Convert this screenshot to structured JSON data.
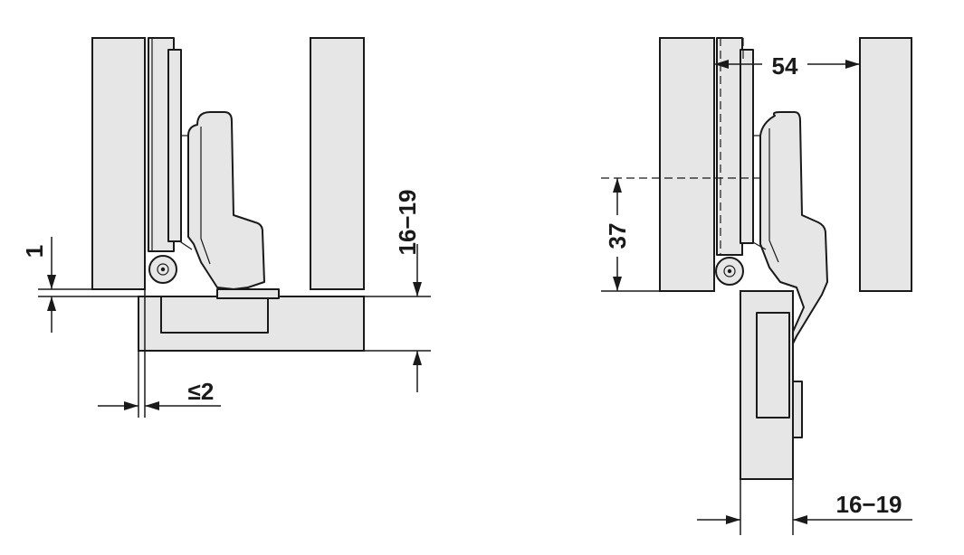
{
  "left_view": {
    "dim_overlay": "1",
    "dim_panel_thickness": "16−19",
    "dim_gap": "≤2"
  },
  "right_view": {
    "dim_clearance": "54",
    "dim_setback": "37",
    "dim_panel_thickness": "16−19"
  },
  "colors": {
    "panel_fill": "#e6e6e6",
    "stroke": "#1a1a1a",
    "background": "#ffffff"
  }
}
